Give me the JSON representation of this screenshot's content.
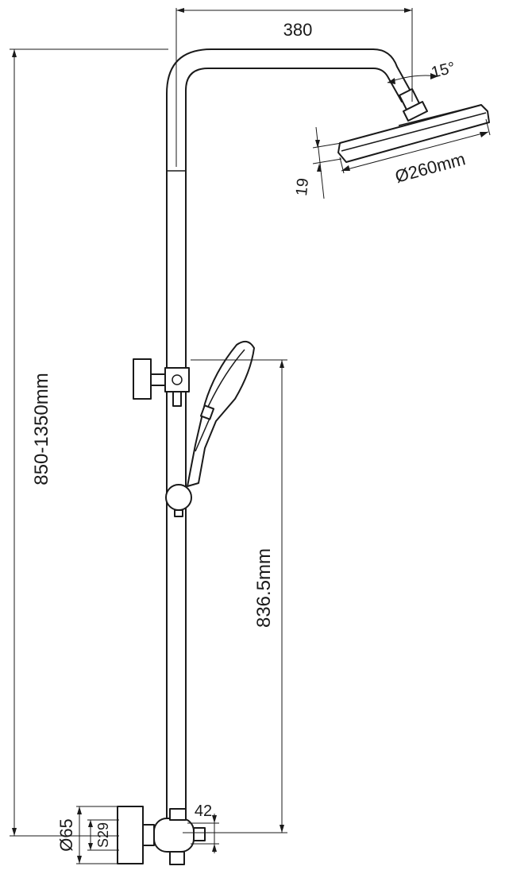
{
  "drawing": {
    "dimensions": {
      "arm_reach": "380",
      "head_tilt": "15°",
      "head_diameter": "Ø260mm",
      "head_thickness": "19",
      "total_height": "850-1350mm",
      "holder_height": "836.5mm",
      "outlet_spacing": "42",
      "flange_diameter": "Ø65",
      "connector_size": "S29"
    },
    "colors": {
      "line": "#1a1a1a",
      "background": "#ffffff"
    }
  }
}
